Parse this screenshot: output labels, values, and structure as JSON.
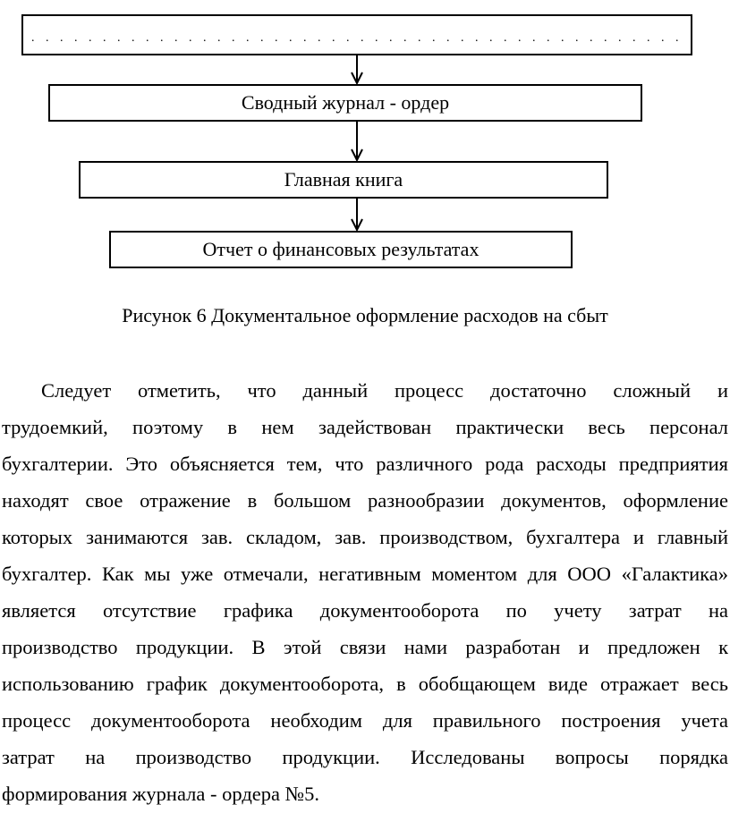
{
  "diagram": {
    "boxes": [
      {
        "id": "dots",
        "text": ". . . . . . . . . . . . . . . . . . . . . . . . . . . . . . . . . . . . . . . . . . . . . ."
      },
      {
        "id": "order",
        "text": "Сводный журнал - ордер"
      },
      {
        "id": "ledger",
        "text": "Главная книга"
      },
      {
        "id": "report",
        "text": "Отчет о финансовых результатах"
      }
    ]
  },
  "caption": "Рисунок 6 Документальное оформление расходов на сбыт",
  "paragraph_lines": [
    "Следует отметить, что данный процесс достаточно сложный и",
    "трудоемкий, поэтому в нем задействован практически весь персонал",
    "бухгалтерии. Это объясняется тем, что различного рода расходы предприятия",
    "находят свое отражение в большом разнообразии документов, оформление",
    "которых занимаются зав. складом, зав. производством, бухгалтера и главный",
    "бухгалтер. Как мы уже отмечали, негативным моментом для ООО «Галактика»",
    "является отсутствие графика документооборота по учету затрат на",
    "производство продукции. В этой связи нами разработан и предложен к",
    "использованию график документооборота, в обобщающем виде отражает весь",
    "процесс документооборота необходим для правильного построения учета",
    "затрат на производство продукции. Исследованы вопросы порядка",
    "формирования журнала - ордера №5."
  ]
}
